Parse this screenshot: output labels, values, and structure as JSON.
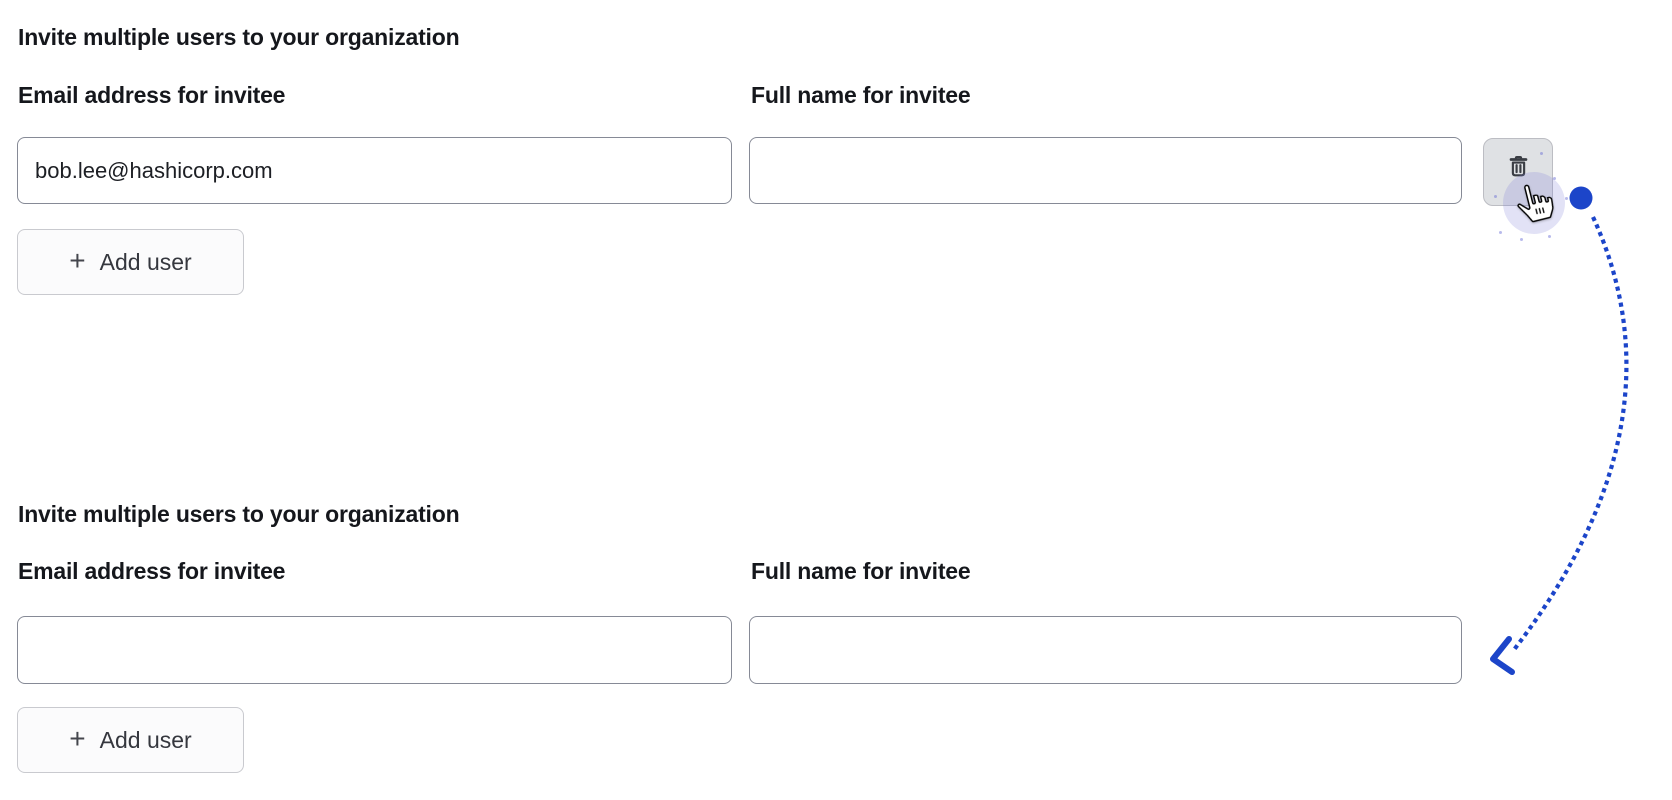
{
  "colors": {
    "arrow": "#1c45c9",
    "halo": "rgba(121,125,216,0.22)",
    "input_border": "#868a96",
    "button_border": "#c9cacf",
    "trash_button_bg": "#dfe1e4",
    "text": "#15171c"
  },
  "icons": {
    "delete_row": "trash-icon",
    "pointer": "hand-cursor-icon",
    "annotation": "dotted-curved-arrow"
  },
  "form_top": {
    "heading": "Invite multiple users to your organization",
    "email_label": "Email address for invitee",
    "email_value": "bob.lee@hashicorp.com",
    "name_label": "Full name for invitee",
    "name_value": "",
    "plus": "+",
    "add_user": "Add user"
  },
  "form_bottom": {
    "heading": "Invite multiple users to your organization",
    "email_label": "Email address for invitee",
    "email_value": "",
    "name_label": "Full name for invitee",
    "name_value": "",
    "plus": "+",
    "add_user": "Add user"
  }
}
